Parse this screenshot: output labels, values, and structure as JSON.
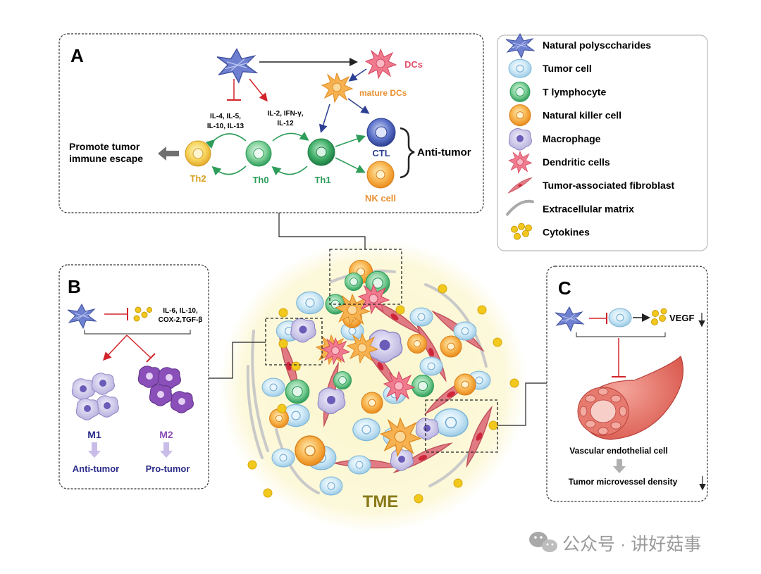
{
  "panels": {
    "a": {
      "letter": "A",
      "cytokines_th2": [
        "IL-4, IL-5,",
        "IL-10, IL-13"
      ],
      "cytokines_th1": [
        "IL-2, IFN-γ,",
        "IL-12"
      ],
      "dcs": "DCs",
      "mature_dcs": "mature DCs",
      "promote": [
        "Promote tumor",
        "immune escape"
      ],
      "th2": "Th2",
      "th0": "Th0",
      "th1": "Th1",
      "ctl": "CTL",
      "nk": "NK cell",
      "anti_tumor": "Anti-tumor"
    },
    "b": {
      "letter": "B",
      "cytokines": [
        "IL-6, IL-10,",
        "COX-2,TGF-β"
      ],
      "m1": "M1",
      "m2": "M2",
      "anti_tumor": "Anti-tumor",
      "pro_tumor": "Pro-tumor"
    },
    "c": {
      "letter": "C",
      "vegf": "VEGF",
      "vascular": "Vascular endothelial cell",
      "density": "Tumor microvessel density"
    }
  },
  "tme_label": "TME",
  "legend": [
    {
      "label": "Natural polysccharides",
      "icon": "star-polysaccharide-icon"
    },
    {
      "label": "Tumor cell",
      "icon": "tumor-cell-icon"
    },
    {
      "label": "T lymphocyte",
      "icon": "t-lymphocyte-icon"
    },
    {
      "label": "Natural killer cell",
      "icon": "nk-cell-icon"
    },
    {
      "label": "Macrophage",
      "icon": "macrophage-icon"
    },
    {
      "label": "Dendritic cells",
      "icon": "dendritic-cell-icon"
    },
    {
      "label": "Tumor-associated fibroblast",
      "icon": "fibroblast-icon"
    },
    {
      "label": "Extracellular matrix",
      "icon": "matrix-icon"
    },
    {
      "label": "Cytokines",
      "icon": "cytokines-icon"
    }
  ],
  "watermark": "公众号 · 讲好菇事",
  "colors": {
    "th_green": "#2e9d5a",
    "inhibit_red": "#d2232a",
    "dc_orange": "#f0a040",
    "ctl_blue": "#3a4fa0",
    "m2_purple": "#8a4fb8",
    "tme_bg": "#fbf6cc"
  }
}
